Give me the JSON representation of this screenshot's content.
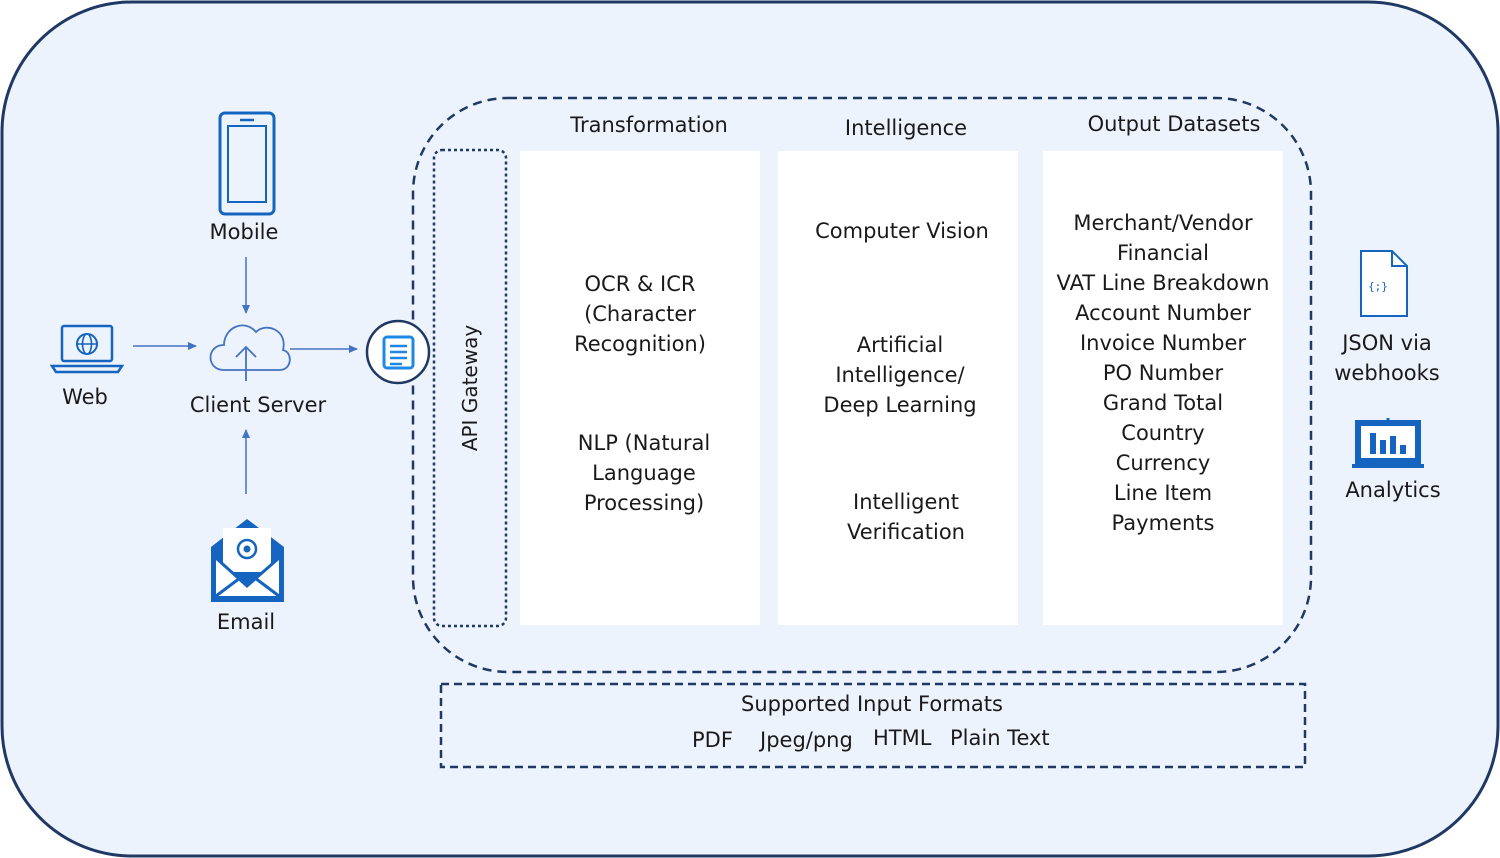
{
  "sources": {
    "mobile": {
      "label": "Mobile",
      "icon": "smartphone-icon"
    },
    "web": {
      "label": "Web",
      "icon": "laptop-globe-icon"
    },
    "email": {
      "label": "Email",
      "icon": "envelope-at-icon"
    }
  },
  "client_server": {
    "label": "Client Server",
    "icon": "cloud-upload-icon"
  },
  "gateway": {
    "label": "API Gateway",
    "icon": "document-lines-icon"
  },
  "columns": [
    {
      "title": "Transformation",
      "items": [
        "OCR & ICR",
        "(Character",
        "Recognition)",
        "NLP (Natural",
        "Language",
        "Processing)"
      ]
    },
    {
      "title": "Intelligence",
      "items": [
        "Computer Vision",
        "Artificial",
        "Intelligence/",
        "Deep Learning",
        "Intelligent",
        "Verification"
      ]
    },
    {
      "title": "Output Datasets",
      "items": [
        "Merchant/Vendor",
        "Financial",
        "VAT Line Breakdown",
        "Account Number",
        "Invoice Number",
        "PO Number",
        "Grand Total",
        "Country",
        "Currency",
        "Line Item",
        "Payments"
      ]
    }
  ],
  "outputs": {
    "json": {
      "line1": "JSON via",
      "line2": "webhooks",
      "icon": "json-file-icon"
    },
    "analytics": {
      "label": "Analytics",
      "icon": "bar-chart-board-icon"
    }
  },
  "input_formats": {
    "title": "Supported Input Formats",
    "formats": [
      "PDF",
      "Jpeg/png",
      "HTML",
      "Plain Text"
    ]
  },
  "colors": {
    "background": "#EDF3FC",
    "border": "#1F3864",
    "icon_blue": "#1565C0",
    "arrow": "#4472C4"
  }
}
